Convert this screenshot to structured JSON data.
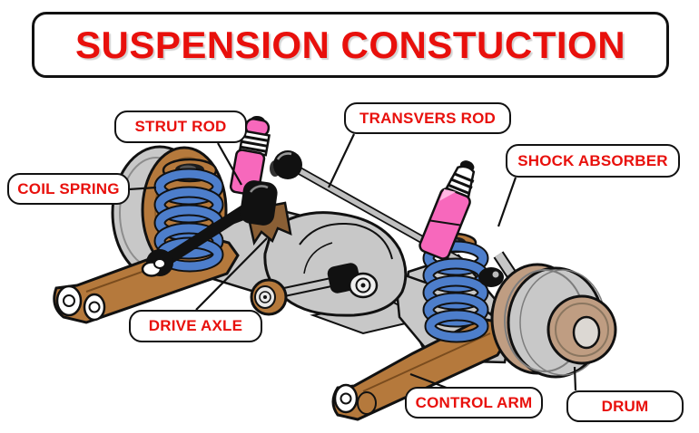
{
  "title": {
    "text": "SUSPENSION CONSTUCTION"
  },
  "labels": {
    "strut_rod": "STRUT ROD",
    "transvers_rod": "TRANSVERS ROD",
    "shock_absorber": "SHOCK ABSORBER",
    "coil_spring": "COIL SPRING",
    "drive_axle": "DRIVE AXLE",
    "control_arm": "CONTROL ARM",
    "drum": "DRUM"
  },
  "colors": {
    "label_red": "#e8100c",
    "spring_blue": "#4d7ecb",
    "shock_pink": "#f768bc",
    "arm_brown": "#b5793c",
    "bracket_brown": "#8a5f35",
    "drum_tan": "#bf9d82",
    "metal_gray": "#c8c8c8",
    "outline": "#111111",
    "background": "#ffffff"
  }
}
